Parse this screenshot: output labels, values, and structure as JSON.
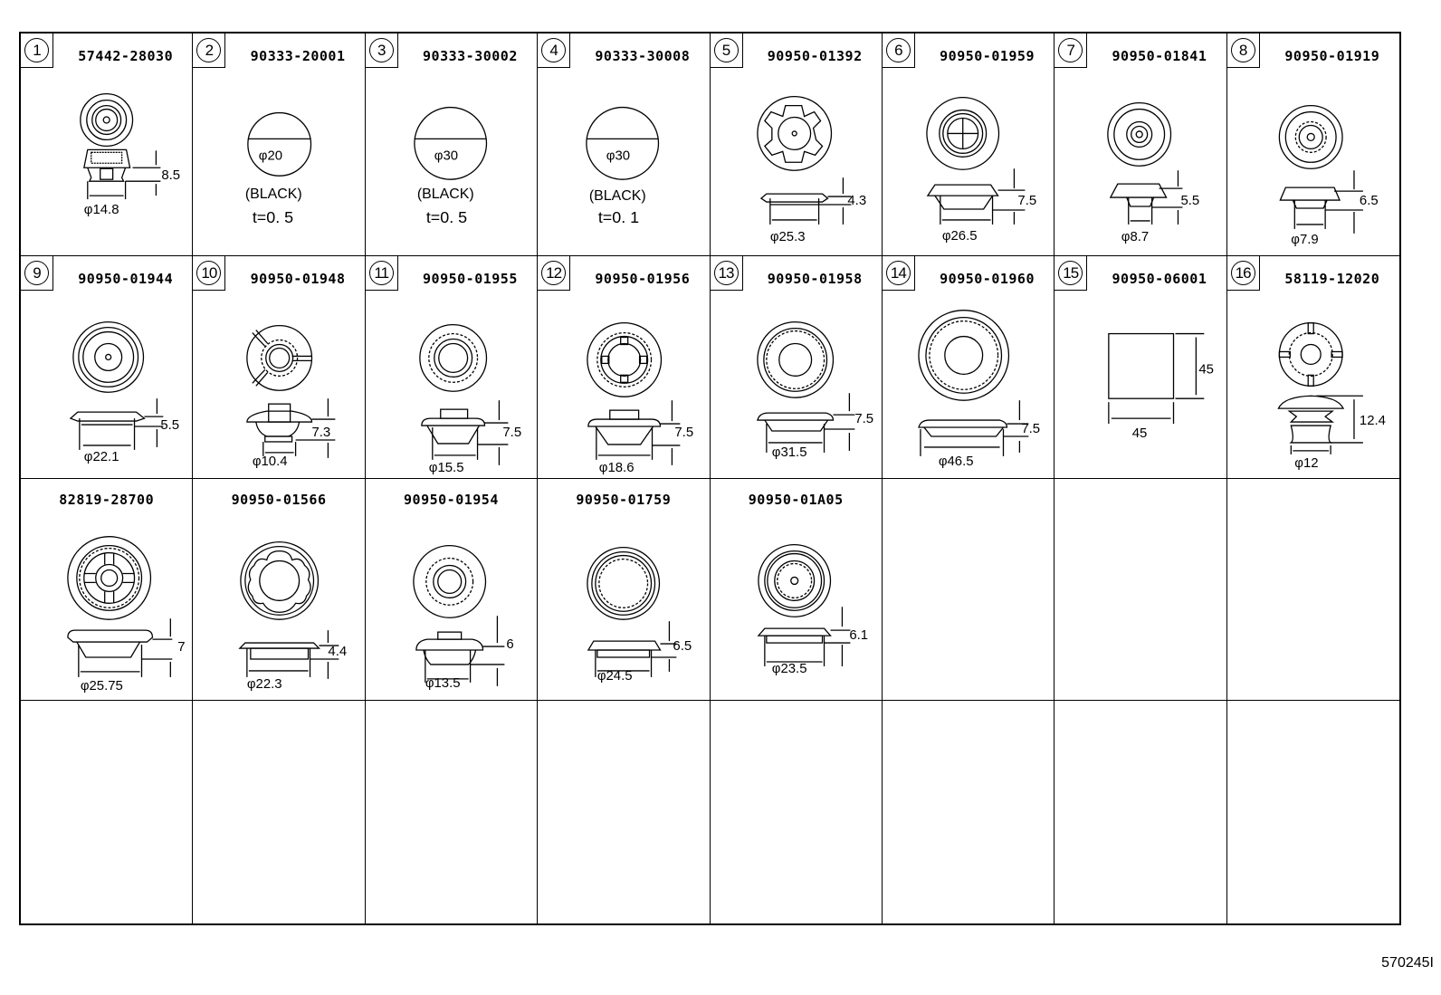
{
  "diagram": {
    "footer_id": "570245I",
    "items": [
      {
        "no": "1",
        "part": "57442-28030",
        "dims": {
          "h": "8.5",
          "d": "φ14.8"
        }
      },
      {
        "no": "2",
        "part": "90333-20001",
        "dims": {
          "d": "φ20",
          "color": "(BLACK)",
          "t": "t=0. 5"
        }
      },
      {
        "no": "3",
        "part": "90333-30002",
        "dims": {
          "d": "φ30",
          "color": "(BLACK)",
          "t": "t=0. 5"
        }
      },
      {
        "no": "4",
        "part": "90333-30008",
        "dims": {
          "d": "φ30",
          "color": "(BLACK)",
          "t": "t=0. 1"
        }
      },
      {
        "no": "5",
        "part": "90950-01392",
        "dims": {
          "h": "4.3",
          "d": "φ25.3"
        }
      },
      {
        "no": "6",
        "part": "90950-01959",
        "dims": {
          "h": "7.5",
          "d": "φ26.5"
        }
      },
      {
        "no": "7",
        "part": "90950-01841",
        "dims": {
          "h": "5.5",
          "d": "φ8.7"
        }
      },
      {
        "no": "8",
        "part": "90950-01919",
        "dims": {
          "h": "6.5",
          "d": "φ7.9"
        }
      },
      {
        "no": "9",
        "part": "90950-01944",
        "dims": {
          "h": "5.5",
          "d": "φ22.1"
        }
      },
      {
        "no": "10",
        "part": "90950-01948",
        "dims": {
          "h": "7.3",
          "d": "φ10.4"
        }
      },
      {
        "no": "11",
        "part": "90950-01955",
        "dims": {
          "h": "7.5",
          "d": "φ15.5"
        }
      },
      {
        "no": "12",
        "part": "90950-01956",
        "dims": {
          "h": "7.5",
          "d": "φ18.6"
        }
      },
      {
        "no": "13",
        "part": "90950-01958",
        "dims": {
          "h": "7.5",
          "d": "φ31.5"
        }
      },
      {
        "no": "14",
        "part": "90950-01960",
        "dims": {
          "h": "7.5",
          "d": "φ46.5"
        }
      },
      {
        "no": "15",
        "part": "90950-06001",
        "dims": {
          "h": "45",
          "w": "45"
        }
      },
      {
        "no": "16",
        "part": "58119-12020",
        "dims": {
          "h": "12.4",
          "d": "φ12"
        }
      },
      {
        "no": "",
        "part": "82819-28700",
        "dims": {
          "h": "7",
          "d": "φ25.75"
        }
      },
      {
        "no": "",
        "part": "90950-01566",
        "dims": {
          "h": "4.4",
          "d": "φ22.3"
        }
      },
      {
        "no": "",
        "part": "90950-01954",
        "dims": {
          "h": "6",
          "d": "φ13.5"
        }
      },
      {
        "no": "",
        "part": "90950-01759",
        "dims": {
          "h": "6.5",
          "d": "φ24.5"
        }
      },
      {
        "no": "",
        "part": "90950-01A05",
        "dims": {
          "h": "6.1",
          "d": "φ23.5"
        }
      }
    ]
  }
}
